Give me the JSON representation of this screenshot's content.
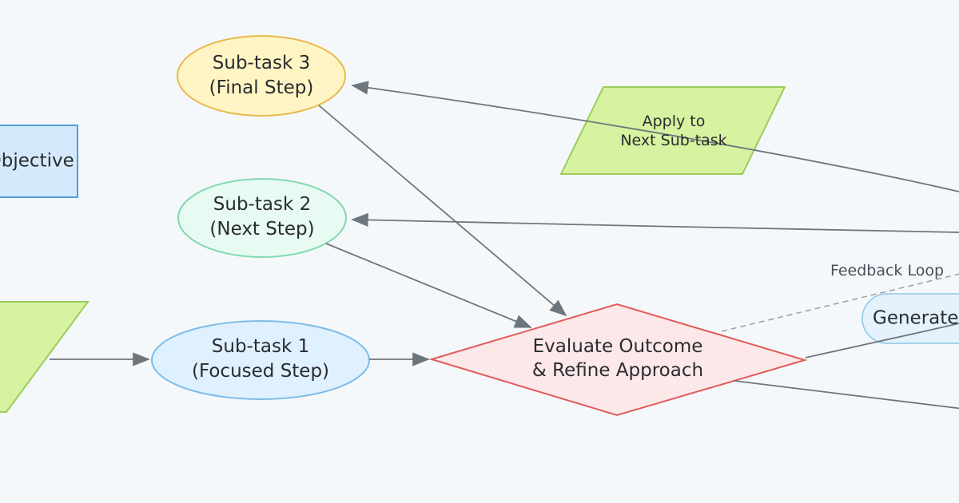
{
  "diagram": {
    "type": "flowchart",
    "background": "#F5F8FA"
  },
  "nodes": {
    "objective": {
      "label": "Define Objective",
      "shape": "rectangle"
    },
    "subtask1": {
      "line1": "Sub-task 1",
      "line2": "(Focused Step)",
      "shape": "ellipse"
    },
    "subtask2": {
      "line1": "Sub-task 2",
      "line2": "(Next Step)",
      "shape": "ellipse"
    },
    "subtask3": {
      "line1": "Sub-task 3",
      "line2": "(Final Step)",
      "shape": "ellipse"
    },
    "breakdown": {
      "label": "",
      "shape": "parallelogram"
    },
    "apply": {
      "line1": "Apply to",
      "line2": "Next Sub-task",
      "shape": "parallelogram"
    },
    "evaluate": {
      "line1": "Evaluate Outcome",
      "line2": "& Refine Approach",
      "shape": "diamond"
    },
    "feedback": {
      "label": "Generate Feedback",
      "shape": "stadium"
    }
  },
  "edge_labels": {
    "feedback_loop": "Feedback Loop"
  },
  "colors": {
    "background": "#F5F8FA",
    "text": "#2A2C30",
    "edge": "#6E767D",
    "dashed_edge": "#969EA5",
    "edge_label_text": "#46505A",
    "blue_rect": {
      "fill": "#D4EAFC",
      "stroke": "#4D9FD8"
    },
    "yellow": {
      "fill": "#FFF5C4",
      "stroke": "#EAB94D"
    },
    "mint": {
      "fill": "#E8FBF2",
      "stroke": "#7FD9B0"
    },
    "blue": {
      "fill": "#DFF0FE",
      "stroke": "#7EBCE8"
    },
    "green": {
      "fill": "#D7F2A0",
      "stroke": "#9ACD5C"
    },
    "red": {
      "fill": "#FCE8E8",
      "stroke": "#E25C5C"
    },
    "feedback_blue": {
      "fill": "#E3F2FC",
      "stroke": "#8EC6EA"
    }
  }
}
